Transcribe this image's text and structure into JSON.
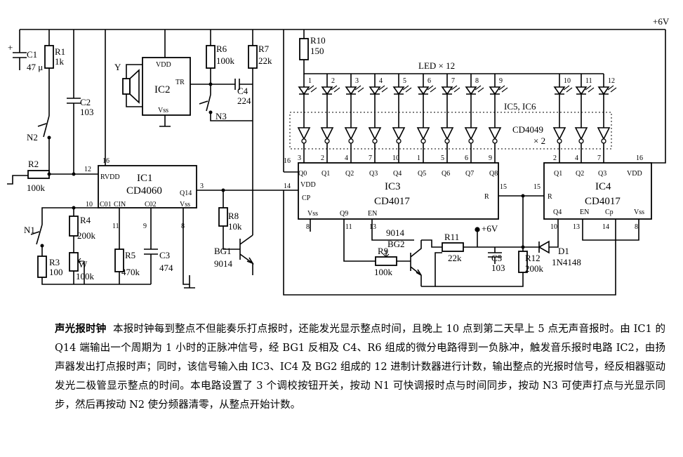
{
  "supply": "+6V",
  "components": {
    "C1": {
      "ref": "C1",
      "value": "47 μ"
    },
    "R1": {
      "ref": "R1",
      "value": "1k"
    },
    "C2": {
      "ref": "C2",
      "value": "103"
    },
    "N2": {
      "ref": "N2"
    },
    "R2": {
      "ref": "R2",
      "value": "100k"
    },
    "N1": {
      "ref": "N1"
    },
    "R3": {
      "ref": "R3",
      "value": "100"
    },
    "R4": {
      "ref": "R4",
      "value": "200k"
    },
    "W": {
      "ref": "W",
      "value": "100k"
    },
    "R5": {
      "ref": "R5",
      "value": "470k"
    },
    "C3": {
      "ref": "C3",
      "value": "474"
    },
    "R6": {
      "ref": "R6",
      "value": "100k"
    },
    "R7": {
      "ref": "R7",
      "value": "22k"
    },
    "C4": {
      "ref": "C4",
      "value": "224"
    },
    "N3": {
      "ref": "N3"
    },
    "R8": {
      "ref": "R8",
      "value": "10k"
    },
    "BG1": {
      "ref": "BG1",
      "value": "9014"
    },
    "R10": {
      "ref": "R10",
      "value": "150"
    },
    "R9": {
      "ref": "R9",
      "value": "100k"
    },
    "BG2": {
      "ref": "BG2",
      "value": "9014"
    },
    "R11": {
      "ref": "R11",
      "value": "22k"
    },
    "C5": {
      "ref": "C5",
      "value": "103"
    },
    "R12": {
      "ref": "R12",
      "value": "200k"
    },
    "D1": {
      "ref": "D1",
      "value": "1N4148"
    },
    "speaker": {
      "ref": "Y"
    }
  },
  "ics": {
    "IC1": {
      "ref": "IC1",
      "part": "CD4060",
      "pins": {
        "rvdd": "RVDD",
        "q14": "Q14",
        "c01": "C01",
        "cin": "CIN",
        "c02": "C02",
        "vss": "Vss"
      }
    },
    "IC2": {
      "ref": "IC2",
      "vdd": "VDD",
      "tr": "TR",
      "vss": "Vss"
    },
    "IC3": {
      "ref": "IC3",
      "part": "CD4017",
      "outputs": [
        "Q0",
        "Q1",
        "Q2",
        "Q3",
        "Q4",
        "Q5",
        "Q6",
        "Q7",
        "Q8"
      ],
      "output_pins": [
        "3",
        "2",
        "4",
        "7",
        "10",
        "1",
        "5",
        "6",
        "9"
      ],
      "vdd": "VDD",
      "cp": "CP",
      "vss": "Vss",
      "q9": "Q9",
      "en": "EN",
      "r": "R"
    },
    "IC4": {
      "ref": "IC4",
      "part": "CD4017",
      "outputs": [
        "Q1",
        "Q2",
        "Q3"
      ],
      "output_pins": [
        "2",
        "4",
        "7"
      ],
      "vdd": "VDD",
      "r": "R",
      "q4": "Q4",
      "en": "EN",
      "cp": "Cp",
      "vss": "Vss"
    }
  },
  "pin_numbers": {
    "ic1_12": "12",
    "ic1_16": "16",
    "ic1_3": "3",
    "ic1_10": "10",
    "ic1_11": "11",
    "ic1_9": "9",
    "ic1_8": "8",
    "ic3_16": "16",
    "ic3_14": "14",
    "ic3_8": "8",
    "ic3_11": "11",
    "ic3_13": "13",
    "ic3_15": "15",
    "ic4_16": "16",
    "ic4_15": "15",
    "ic4_10": "10",
    "ic4_13": "13",
    "ic4_14": "14",
    "ic4_8": "8"
  },
  "led_label": "LED × 12",
  "led_numbers": [
    "1",
    "2",
    "3",
    "4",
    "5",
    "6",
    "7",
    "8",
    "9",
    "10",
    "11",
    "12"
  ],
  "ic56_label": "IC5, IC6",
  "inverter_label": "CD4049",
  "inverter_count": "× 2",
  "description": {
    "title": "声光报时钟",
    "body": "本报时钟每到整点不但能奏乐打点报时，还能发光显示整点时间，且晚上 10 点到第二天早上 5 点无声音报时。由 IC1 的 Q14 端输出一个周期为 1 小时的正脉冲信号，经 BG1 反相及 C4、R6 组成的微分电路得到一负脉冲，触发音乐报时电路 IC2，由扬声器发出打点报时声；同时，该信号输入由 IC3、IC4 及 BG2 组成的 12 进制计数器进行计数，输出整点的光报时信号，经反相器驱动发光二极管显示整点的时间。本电路设置了 3 个调校按钮开关，按动 N1 可快调报时点与时间同步，按动 N3 可使声打点与光显示同步，然后再按动 N2 使分频器清零，从整点开始计数。"
  }
}
